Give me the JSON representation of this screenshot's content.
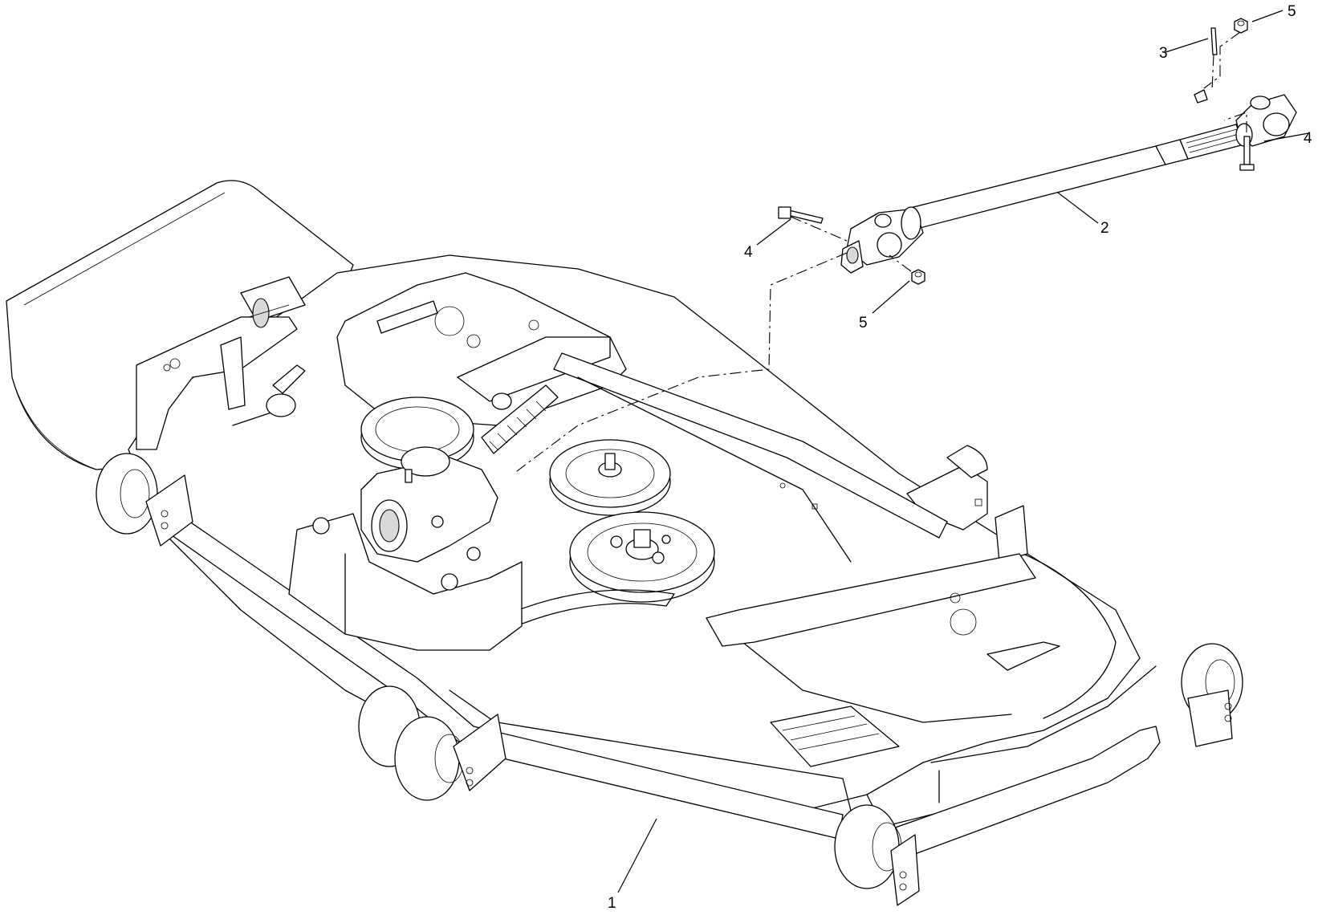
{
  "callouts": [
    {
      "id": "c1",
      "label": "1"
    },
    {
      "id": "c2",
      "label": "2"
    },
    {
      "id": "c3",
      "label": "3"
    },
    {
      "id": "c4a",
      "label": "4"
    },
    {
      "id": "c4b",
      "label": "4"
    },
    {
      "id": "c5a",
      "label": "5"
    },
    {
      "id": "c5b",
      "label": "5"
    }
  ]
}
